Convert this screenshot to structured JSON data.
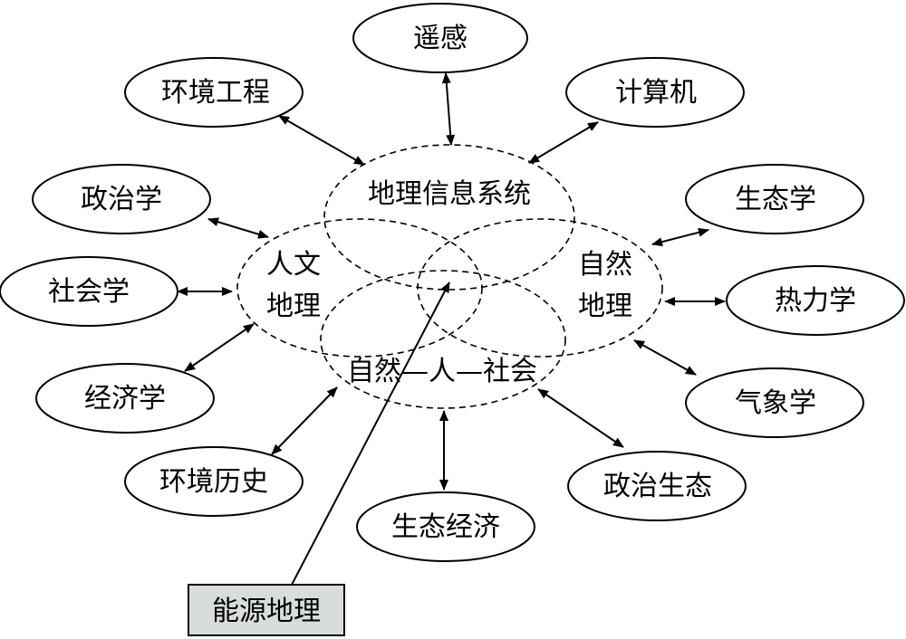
{
  "center": {
    "gis": "地理信息系统",
    "human_geo_line1": "人文",
    "human_geo_line2": "地理",
    "physical_geo_line1": "自然",
    "physical_geo_line2": "地理",
    "nature_society": "自然—人—社会"
  },
  "nodes": {
    "remote_sensing": "遥感",
    "env_engineering": "环境工程",
    "computer": "计算机",
    "political_science": "政治学",
    "ecology": "生态学",
    "sociology": "社会学",
    "thermodynamics": "热力学",
    "economics": "经济学",
    "meteorology": "气象学",
    "env_history": "环境历史",
    "political_ecology": "政治生态",
    "eco_economics": "生态经济"
  },
  "callout": {
    "energy_geography": "能源地理",
    "box_color": "#d9dcdc"
  }
}
